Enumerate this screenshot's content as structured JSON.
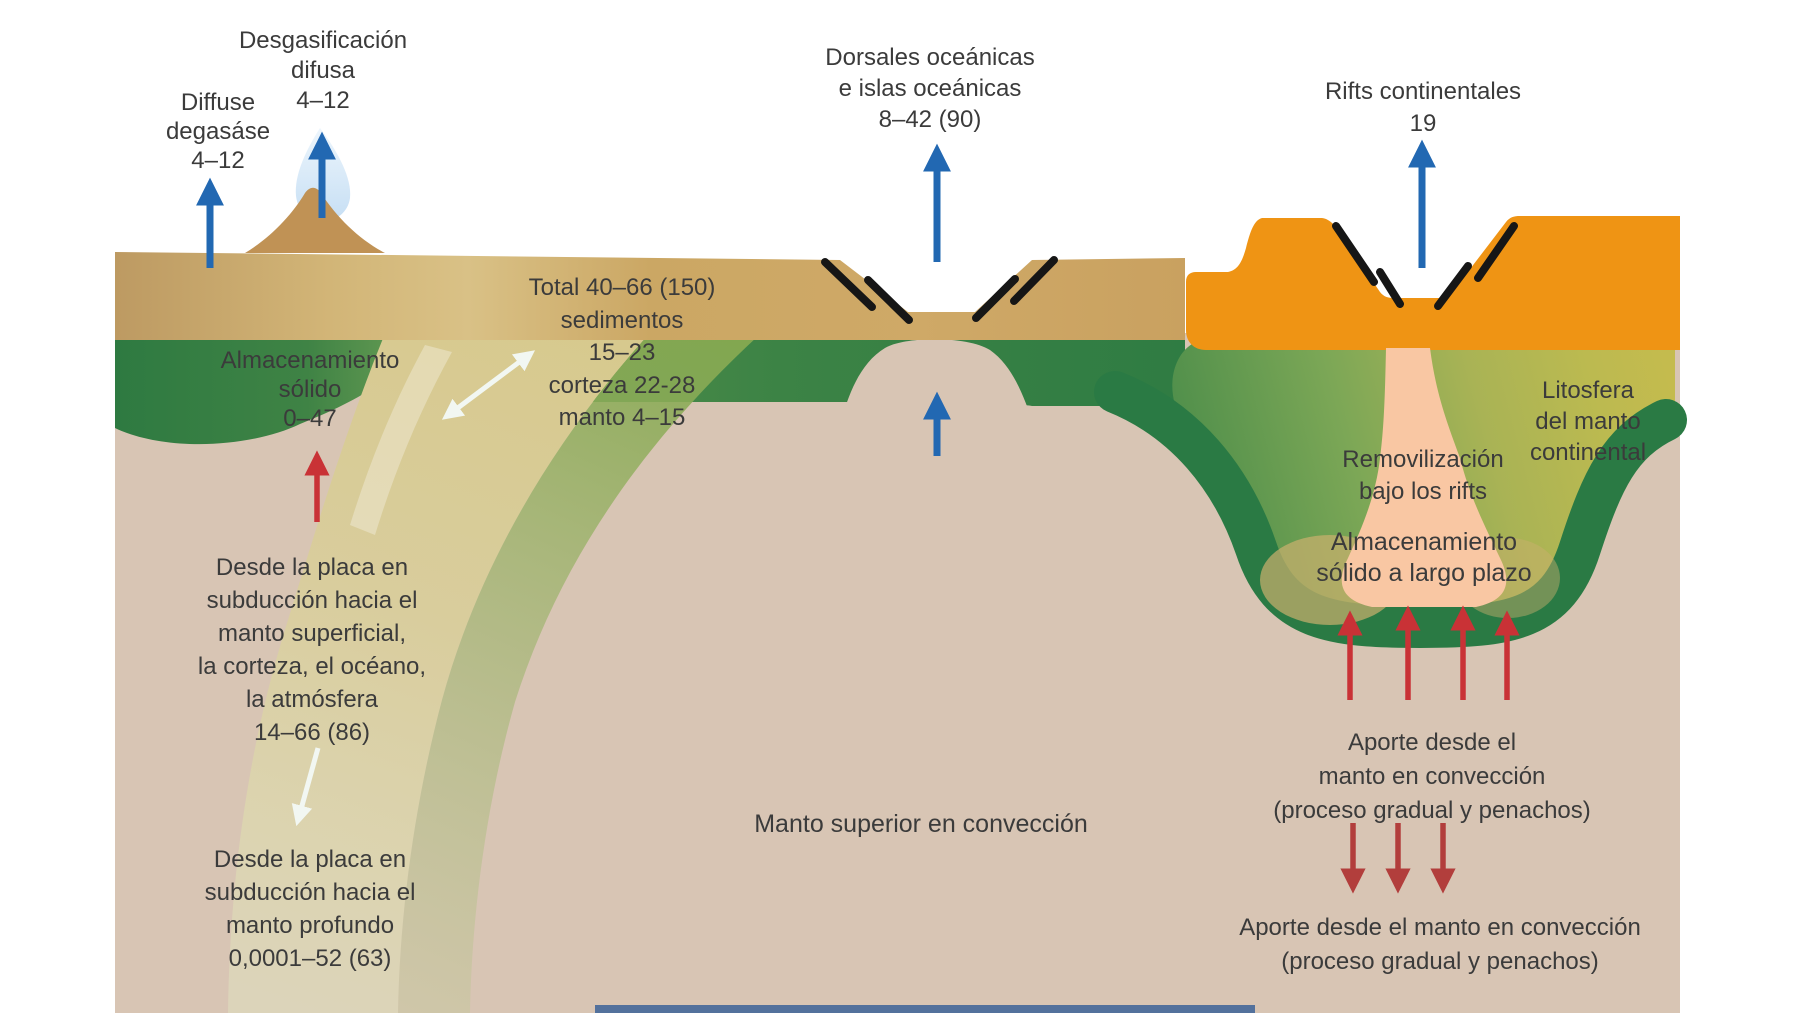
{
  "figure": {
    "language": "es",
    "description_visible_only": "Corte geológico con flujos: zona de subducción con volcán, dorsal oceánica y rift continental"
  },
  "labels": {
    "degas_es": {
      "lines": [
        "Desgasificación",
        "difusa",
        "4–12"
      ]
    },
    "degas_en": {
      "lines": [
        "Diffuse",
        "degasáse",
        "4–12"
      ]
    },
    "ridges": {
      "lines": [
        "Dorsales oceánicas",
        "e islas oceánicas",
        "8–42 (90)"
      ]
    },
    "rifts": {
      "lines": [
        "Rifts continentales",
        "19"
      ]
    },
    "subduction_total": {
      "lines": [
        "Total 40–66 (150)",
        "sedimentos",
        "15–23",
        "corteza 22-28",
        "manto 4–15"
      ]
    },
    "solid_storage": {
      "lines": [
        "Almacenamiento",
        "sólido",
        "0–47"
      ]
    },
    "slab_shallow": {
      "lines": [
        "Desde la placa en",
        "subducción hacia el",
        "manto superficial,",
        "la corteza, el océano,",
        "la atmósfera",
        "14–66 (86)"
      ]
    },
    "slab_deep": {
      "lines": [
        "Desde la placa en",
        "subducción hacia el",
        "manto profundo",
        "0,0001–52 (63)"
      ]
    },
    "mantle_conv": {
      "lines": [
        "Manto superior en convección"
      ]
    },
    "remobilization": {
      "lines": [
        "Removilización",
        "bajo los rifts"
      ]
    },
    "longterm_storage": {
      "lines": [
        "Almacenamiento",
        "sólido a largo plazo"
      ]
    },
    "lithosphere": {
      "lines": [
        "Litosfera",
        "del manto",
        "continental"
      ]
    },
    "mantle_input_upper": {
      "lines": [
        "Aporte desde el",
        "manto en convección",
        "(proceso gradual y penachos)"
      ]
    },
    "mantle_input_lower": {
      "lines": [
        "Aporte desde el manto en convección",
        "(proceso gradual y penachos)"
      ]
    }
  },
  "colors": {
    "background": "#ffffff",
    "mantle": "#d8c5b4",
    "crust_tan": "#cda864",
    "oceanic_green": "#2f7b43",
    "keel_green": "#2a7a44",
    "continental_orange": "#ef9414",
    "rift_plume_salmon": "#f9c7a3",
    "volcano_brown": "#c09255",
    "volcano_plume_blue": "#cfe3f6",
    "arrow_blue": "#2268b2",
    "arrow_red": "#c93236",
    "arrow_dark_red": "#b23e3c",
    "arrow_white": "#f2f7f2",
    "fault_black": "#161616",
    "text": "#3b3b3b",
    "bottom_bar": "#53719c"
  }
}
